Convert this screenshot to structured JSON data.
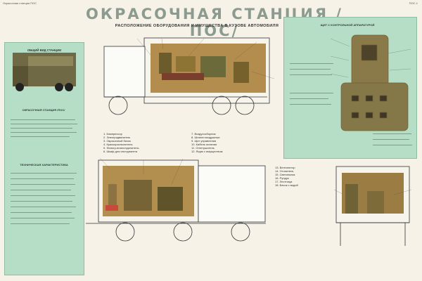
{
  "header": {
    "topline": "Окрасочная станция ПОС",
    "code": "ПОС-1"
  },
  "title": "ОКРАСОЧНАЯ СТАНЦИЯ /ПОС/",
  "subtitle": "РАСПОЛОЖЕНИЕ ОБОРУДОВАНИЯ И ИМУЩЕСТВА В КУЗОВЕ АВТОМОБИЛЯ",
  "left_panel": {
    "title": "ОБЩИЙ ВИД СТАНЦИИ",
    "truck_title": "ОКРАСОЧНАЯ СТАНЦИЯ /ПОС/",
    "spec_title": "ТЕХНИЧЕСКАЯ ХАРАКТЕРИСТИКА"
  },
  "right_panel": {
    "title": "ЩИТ С КОНТРОЛЬНОЙ АППАРАТУРОЙ"
  },
  "legend_1": [
    "1. Компрессор",
    "2. Электродвигатель",
    "3. Окрасочный бачок",
    "4. Краскораспылитель",
    "5. Фильтр-влагоотделитель",
    "6. Шкаф для инструмента"
  ],
  "legend_2": [
    "7. Воздухосборник",
    "8. Шланги воздушные",
    "9. Щит управления",
    "10. Кабель питания",
    "11. Огнетушитель",
    "12. Ящик с имуществом"
  ],
  "legend_3": [
    "13. Вентилятор",
    "14. Отопитель",
    "15. Светильник",
    "16. Рундук",
    "17. Лестница",
    "18. Бачок с водой"
  ],
  "colors": {
    "panel": "#b6dec6",
    "truck": "#7c6a3a"
  }
}
